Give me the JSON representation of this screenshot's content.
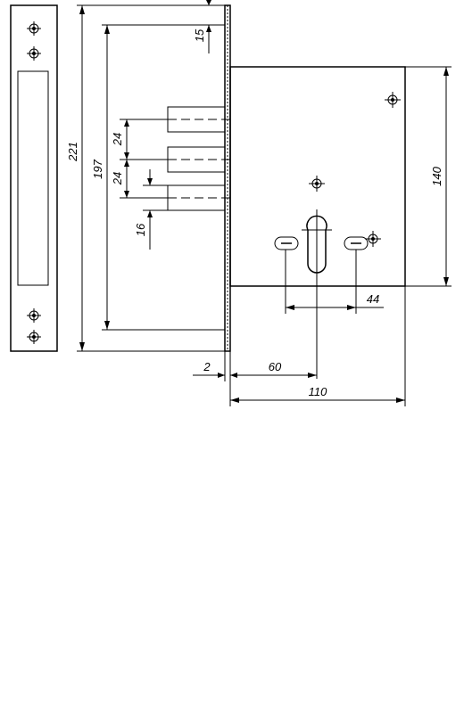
{
  "dimensions": {
    "total_height": "221",
    "inner_height": "197",
    "top_offset": "15",
    "bolt_pitch_1": "24",
    "bolt_pitch_2": "24",
    "bolt_height": "16",
    "case_height": "140",
    "screw_spacing": "44",
    "faceplate_thickness": "2",
    "backset": "60",
    "case_depth": "110"
  },
  "icons": {
    "screw_hole": "screw-hole-icon",
    "cylinder_cutout": "cylinder-cutout-icon",
    "slot_hole": "slot-hole-icon"
  }
}
